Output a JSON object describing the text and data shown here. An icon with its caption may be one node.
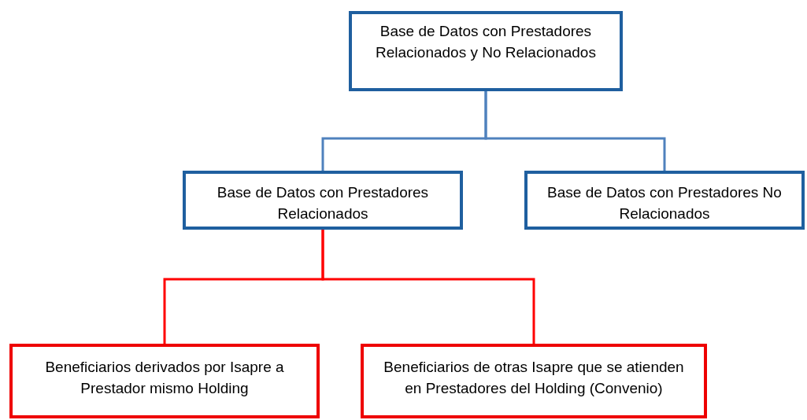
{
  "diagram": {
    "nodes": [
      {
        "text": [
          "Base de Datos con Prestadores Relacionados y No Relacionados"
        ]
      },
      {
        "text": [
          "Base de Datos con Prestadores Relacionados"
        ]
      },
      {
        "text": [
          "Base de Datos con Prestadores No Relacionados"
        ]
      },
      {
        "text": [
          "Beneficiarios derivados por Isapre a Prestador mismo Holding"
        ]
      },
      {
        "text": [
          "Beneficiarios de otras Isapre que se atienden en Prestadores del Holding (Convenio)"
        ]
      }
    ],
    "edges": [
      {
        "from": 0,
        "to": 1,
        "arrow": "none",
        "color": "#4f81bd"
      },
      {
        "from": 0,
        "to": 2,
        "arrow": "none",
        "color": "#4f81bd"
      },
      {
        "from": 1,
        "to": 3,
        "arrow": "none",
        "color": "#ff0000"
      },
      {
        "from": 1,
        "to": 4,
        "arrow": "none",
        "color": "#ff0000"
      }
    ]
  }
}
